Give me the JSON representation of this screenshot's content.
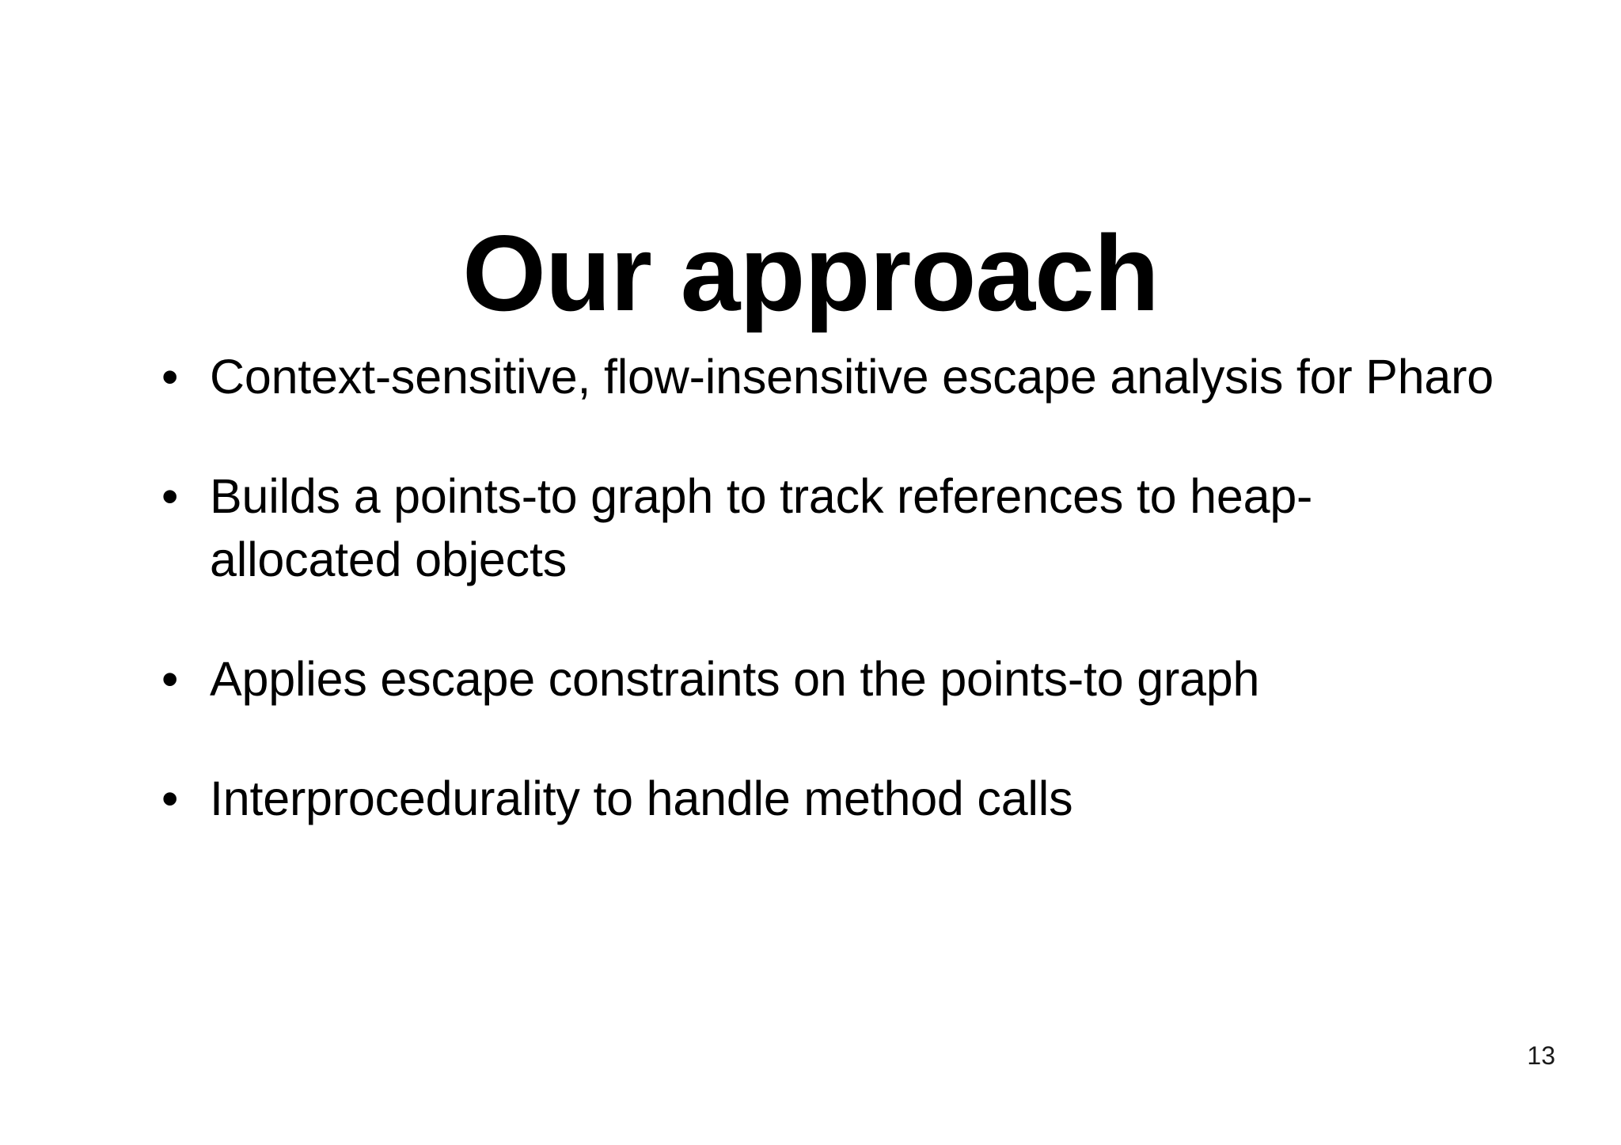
{
  "slide": {
    "title": "Our approach",
    "background_color": "#ffffff",
    "text_color": "#000000",
    "page_number": "13",
    "bullet_glyph": "•",
    "bullets": [
      {
        "text": "Context-sensitive, flow-insensitive escape analysis for Pharo"
      },
      {
        "text": "Builds a points-to graph to track references to heap-allocated objects"
      },
      {
        "text": "Applies escape constraints on the points-to graph"
      },
      {
        "text": "Interprocedurality to handle method calls"
      }
    ]
  }
}
